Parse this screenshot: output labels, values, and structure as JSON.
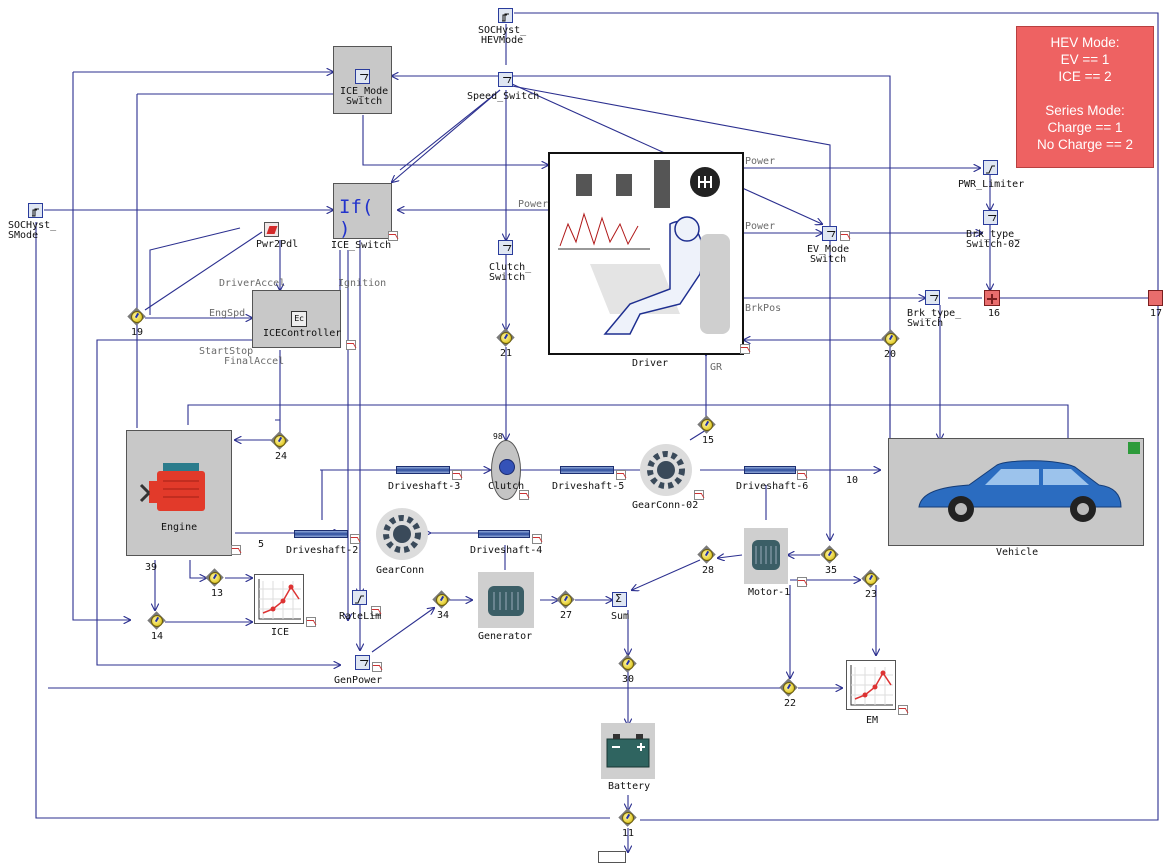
{
  "note": {
    "lines": [
      "HEV Mode:",
      "EV == 1",
      "ICE == 2",
      "",
      "Series Mode:",
      "Charge == 1",
      "No Charge == 2"
    ],
    "color": "#ee6262"
  },
  "blocks": {
    "soc_hyst_hev": "SOCHyst_\nHEVMode",
    "soc_hyst_s": "SOCHyst_\nSMode",
    "ice_mode_switch": "ICE_Mode\nSwitch",
    "speed_switch": "Speed_Switch",
    "if_block": "If( )",
    "ice_switch": "ICE_Switch",
    "pwr2pdl": "Pwr2Pdl",
    "ice_controller": "ICEController",
    "clutch_switch": "Clutch_\nSwitch",
    "driver": "Driver",
    "pwr_limiter": "PWR_Limiter",
    "ev_mode_switch": "EV_Mode\nSwitch",
    "brk_type_switch_02": "Brk_type_\nSwitch-02",
    "brk_type_switch": "Brk_type_\nSwitch",
    "engine": "Engine",
    "clutch": "Clutch",
    "driveshaft_3": "Driveshaft-3",
    "driveshaft_5": "Driveshaft-5",
    "driveshaft_6": "Driveshaft-6",
    "driveshaft_2": "Driveshaft-2",
    "driveshaft_4": "Driveshaft-4",
    "gearconn_02": "GearConn-02",
    "gearconn": "GearConn",
    "vehicle": "Vehicle",
    "motor_1": "Motor-1",
    "generator": "Generator",
    "sum": "Sum",
    "ratelim": "RateLim",
    "genpower": "GenPower",
    "ice_plot": "ICE",
    "em_plot": "EM",
    "battery": "Battery"
  },
  "meters": {
    "m19": "19",
    "m21": "21",
    "m20": "20",
    "m15": "15",
    "m24": "24",
    "m13": "13",
    "m14": "14",
    "m34": "34",
    "m27": "27",
    "m28": "28",
    "m35": "35",
    "m23": "23",
    "m30": "30",
    "m22": "22",
    "m11": "11"
  },
  "ports": {
    "p16": "16",
    "p17": "17",
    "p5": "5",
    "p10": "10",
    "p39": "39",
    "p98": "98"
  },
  "signals": {
    "power_1": "Power",
    "power_2": "Power",
    "power_3": "Power",
    "driver_accel": "DriverAccel",
    "ignition": "Ignition",
    "eng_spd": "EngSpd",
    "start_stop": "StartStop",
    "final_accel": "FinalAccel",
    "brk_pos": "BrkPos",
    "gr": "GR"
  },
  "colors": {
    "wire": "#2b2f8f",
    "gray_block": "#c8c8c8",
    "engine_red": "#e23a2a",
    "car_blue": "#2b6cc0"
  }
}
